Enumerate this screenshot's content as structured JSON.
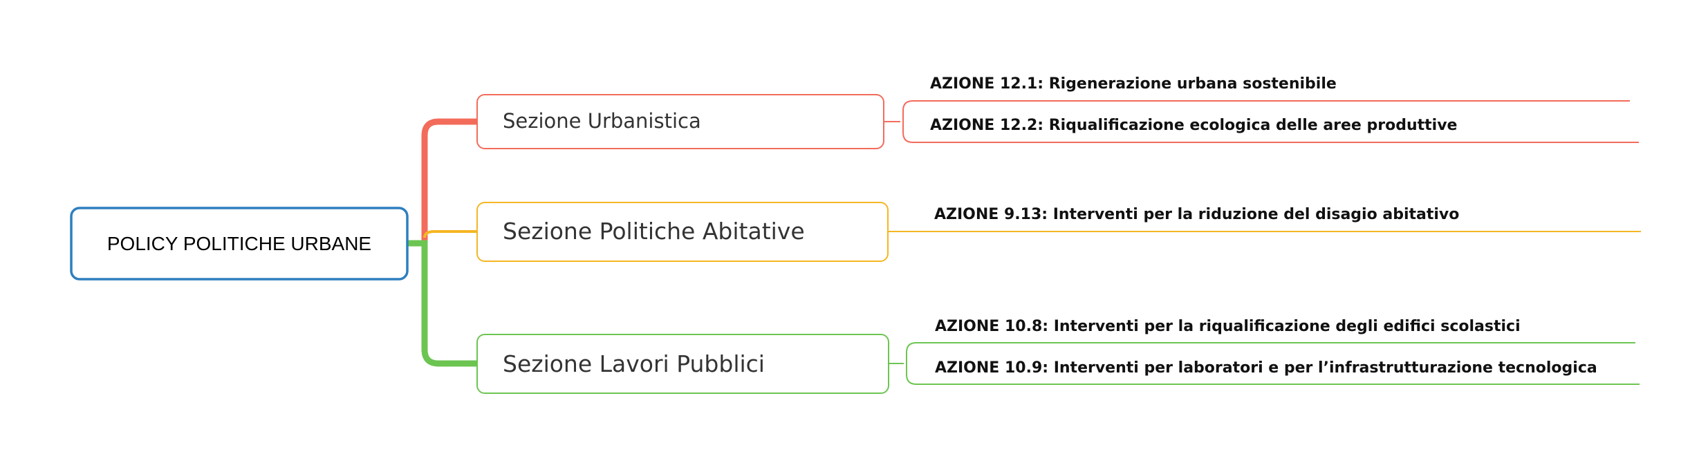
{
  "root": {
    "label": "POLICY POLITICHE URBANE",
    "color": "#2e7fbf"
  },
  "branches": [
    {
      "label": "Sezione Urbanistica",
      "color": "#f36b5b",
      "items": [
        "AZIONE 12.1: Rigenerazione urbana sostenibile",
        "AZIONE 12.2: Riqualificazione ecologica delle aree produttive"
      ]
    },
    {
      "label": "Sezione Politiche Abitative",
      "color": "#f5b623",
      "items": [
        "AZIONE 9.13: Interventi per la riduzione del disagio abitativo"
      ]
    },
    {
      "label": "Sezione Lavori Pubblici",
      "color": "#6cc551",
      "items": [
        "AZIONE 10.8: Interventi per la riqualificazione degli edifici scolastici",
        "AZIONE 10.9: Interventi per laboratori e per l’infrastrutturazione tecnologica"
      ]
    }
  ]
}
